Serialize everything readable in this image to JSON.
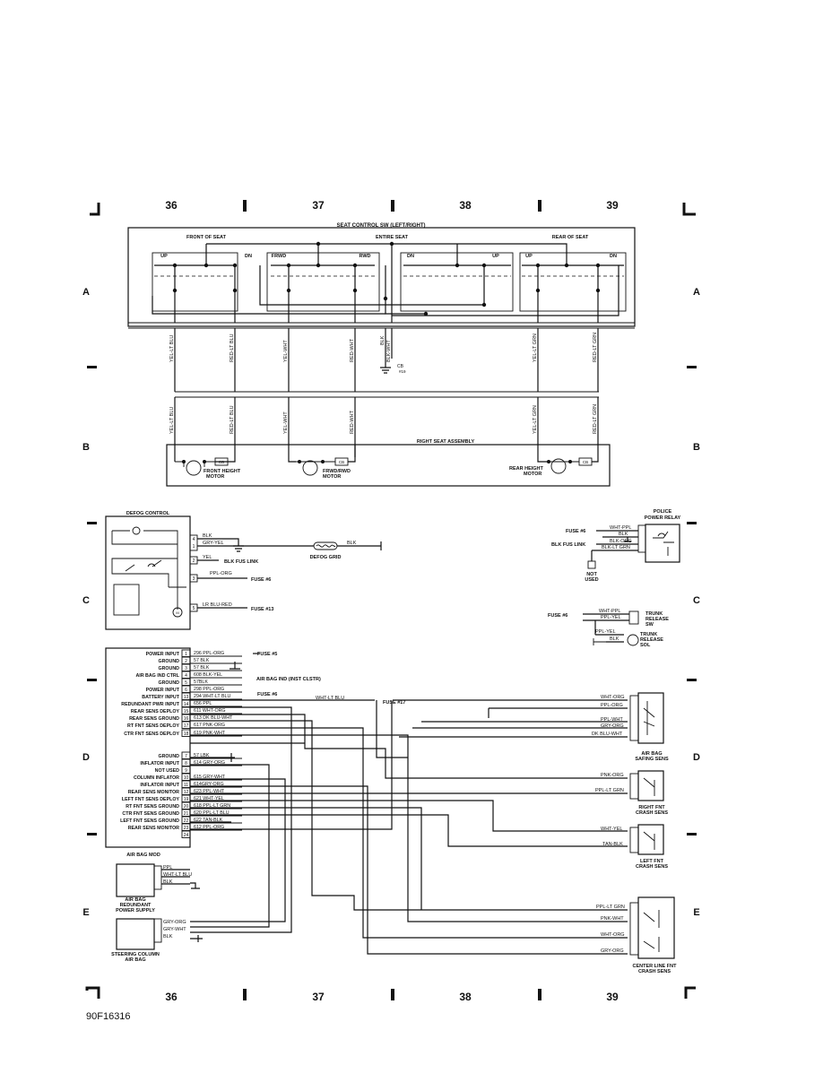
{
  "grid": {
    "columns": [
      "36",
      "37",
      "38",
      "39"
    ],
    "rows": [
      "A",
      "B",
      "C",
      "D",
      "E"
    ]
  },
  "seat": {
    "title": "SEAT CONTROL SW (LEFT/RIGHT)",
    "front": "FRONT OF SEAT",
    "entire": "ENTIRE SEAT",
    "rear": "REAR OF SEAT",
    "switches": [
      "UP",
      "DN",
      "FRWD",
      "RWD",
      "DN",
      "UP",
      "UP",
      "DN"
    ],
    "wires_upper": [
      "YEL-LT BLU",
      "RED-LT BLU",
      "YEL-WHT",
      "RED-WHT",
      "BLK",
      "BLK-WHT",
      "YEL-LT GRN",
      "RED-LT GRN"
    ],
    "wires_lower": [
      "YEL-LT BLU",
      "RED-LT BLU",
      "YEL-WHT",
      "RED-WHT",
      "YEL-LT GRN",
      "RED-LT GRN"
    ],
    "cb": "CB",
    "cb_num": "#19",
    "assembly": "RIGHT SEAT ASSEMBLY",
    "motors": [
      {
        "l1": "FRONT HEIGHT",
        "l2": "MOTOR"
      },
      {
        "l1": "FRWD/RWD",
        "l2": "MOTOR"
      },
      {
        "l1": "REAR HEIGHT",
        "l2": "MOTOR"
      }
    ]
  },
  "defog": {
    "title": "DEFOG CONTROL",
    "pins": [
      "4",
      "1",
      "2",
      "3",
      "5"
    ],
    "wires": [
      "BLK",
      "GRY-YEL",
      "YEL",
      "PPL-ORG",
      "LR BLU-RED"
    ],
    "blk_fus_link": "BLK FUS LINK",
    "fuse6": "FUSE #6",
    "fuse13": "FUSE #13",
    "grid_label": "DEFOG GRID",
    "grid_wire": "BLK"
  },
  "police": {
    "title1": "POLICE",
    "title2": "POWER RELAY",
    "fuse": "FUSE #6",
    "fus_link": "BLK FUS LINK",
    "wires": [
      "WHT-PPL",
      "BLK",
      "BLK-ORG",
      "BLK-LT GRN"
    ],
    "not_used1": "NOT",
    "not_used2": "USED"
  },
  "trunk": {
    "fuse": "FUSE #6",
    "wires": [
      "WHT-PPL",
      "PPL-YEL",
      "PPL-YEL",
      "BLK"
    ],
    "sw": [
      "TRUNK",
      "RELEASE",
      "SW"
    ],
    "sol": [
      "TRUNK",
      "RELEASE",
      "SOL"
    ]
  },
  "airbag": {
    "module": "AIR BAG MOD",
    "pins": [
      {
        "n": "1",
        "label": "POWER INPUT",
        "wire": "296 PPL-ORG"
      },
      {
        "n": "2",
        "label": "GROUND",
        "wire": "57 BLK"
      },
      {
        "n": "3",
        "label": "GROUND",
        "wire": "57 BLK"
      },
      {
        "n": "4",
        "label": "AIR BAG IND CTRL",
        "wire": "608 BLK-YEL"
      },
      {
        "n": "5",
        "label": "GROUND",
        "wire": "57BLK"
      },
      {
        "n": "6",
        "label": "POWER INPUT",
        "wire": "298 PPL-ORG"
      },
      {
        "n": "13",
        "label": "BATTERY INPUT",
        "wire": "294 WHT-LT BLU"
      },
      {
        "n": "14",
        "label": "REDUNDANT PWR INPUT",
        "wire": "656 PPL"
      },
      {
        "n": "15",
        "label": "REAR SENS DEPLOY",
        "wire": "611 WHT-ORG"
      },
      {
        "n": "16",
        "label": "REAR SENS GROUND",
        "wire": "613 DK BLU-WHT"
      },
      {
        "n": "17",
        "label": "RT FNT SENS DEPLOY",
        "wire": "617 PNK-ORG"
      },
      {
        "n": "18",
        "label": "CTR FNT SENS DEPLOY",
        "wire": "619 PNK-WHT"
      },
      {
        "n": "7",
        "label": "GROUND",
        "wire": "57 LBK"
      },
      {
        "n": "8",
        "label": "INFLATOR INPUT",
        "wire": "614 GRY-ORG"
      },
      {
        "n": "9",
        "label": "NOT USED",
        "wire": ""
      },
      {
        "n": "10",
        "label": "COLUMN INFLATOR",
        "wire": "615 GRY-WHT"
      },
      {
        "n": "11",
        "label": "INFLATOR INPUT",
        "wire": "614GRY-ORG"
      },
      {
        "n": "12",
        "label": "REAR SENS MONITOR",
        "wire": "623 PPL-WHT"
      },
      {
        "n": "19",
        "label": "LEFT FNT SENS DEPLOY",
        "wire": "621 WHT-YEL"
      },
      {
        "n": "20",
        "label": "RT FNT SENS GROUND",
        "wire": "618 PPL-LT GRN"
      },
      {
        "n": "21",
        "label": "CTR FNT SENS GROUND",
        "wire": "620 PPL-LT BLU"
      },
      {
        "n": "22",
        "label": "LEFT FNT SENS GROUND",
        "wire": "622 TAN-BLK"
      },
      {
        "n": "23",
        "label": "REAR SENS MONITOR",
        "wire": "612 PPL-ORG"
      },
      {
        "n": "24",
        "label": "",
        "wire": ""
      }
    ],
    "fuse5": "FUSE #5",
    "fuse6": "FUSE #6",
    "fuse17": "FUSE #17",
    "ind": "AIR BAG IND (INST CLSTR)",
    "wht_lt_blu": "WHT-LT BLU",
    "safing": {
      "wires": [
        "WHT-ORG",
        "PPL-ORG",
        "PPL-WHT",
        "GRY-ORG",
        "DK BLU-WHT"
      ],
      "l1": "AIR BAG",
      "l2": "SAFING SENS"
    },
    "right_fnt": {
      "wires": [
        "PNK-ORG",
        "PPL-LT GRN"
      ],
      "l1": "RIGHT FNT",
      "l2": "CRASH SENS"
    },
    "left_fnt": {
      "wires": [
        "WHT-YEL",
        "TAN-BLK"
      ],
      "l1": "LEFT FNT",
      "l2": "CRASH SENS"
    },
    "center": {
      "wires": [
        "PPL-LT GRN",
        "PNK-WHT",
        "WHT-ORG",
        "GRY-ORG"
      ],
      "l1": "CENTER LINE FNT",
      "l2": "CRASH SENS"
    },
    "redundant": {
      "wires": [
        "PPL",
        "WHT-LT BLU",
        "BLK"
      ],
      "l1": "AIR BAG",
      "l2": "REDUNDANT",
      "l3": "POWER SUPPLY"
    },
    "steering": {
      "wires": [
        "GRY-ORG",
        "GRY-WHT",
        "BLK"
      ],
      "l1": "STEERING COLUMN",
      "l2": "AIR BAG"
    }
  },
  "figure_id": "90F16316"
}
